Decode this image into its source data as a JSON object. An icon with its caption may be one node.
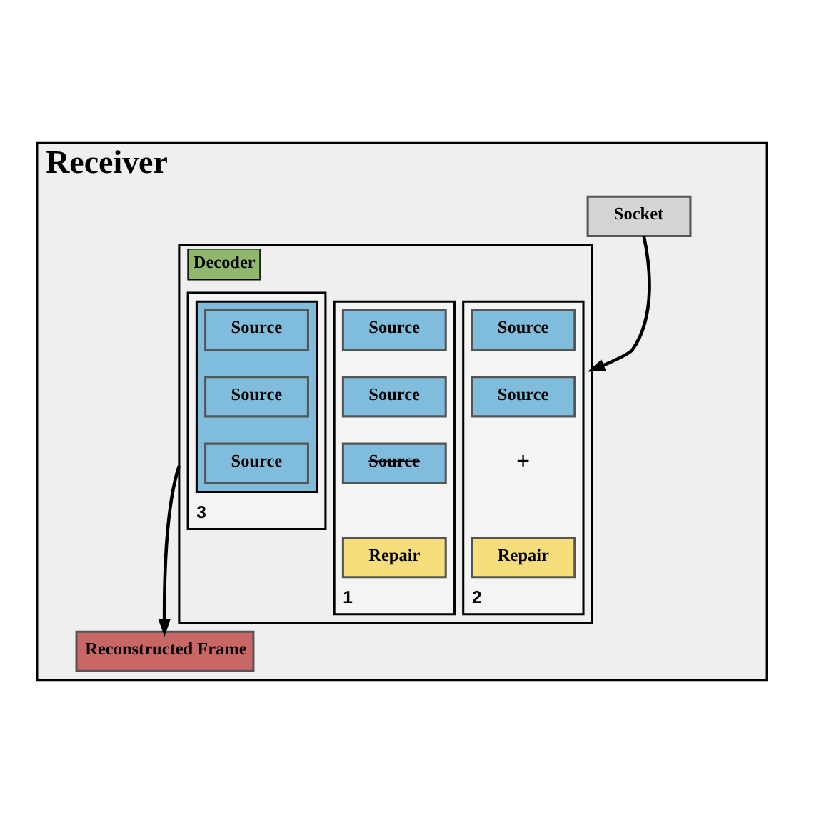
{
  "diagram": {
    "nodes": [
      {
        "text": [
          "Receiver"
        ]
      },
      {
        "text": [
          "Socket"
        ],
        "in": 0
      },
      {
        "text": [
          "Decoder"
        ],
        "in": 0
      },
      {
        "text": [
          "1"
        ],
        "in": 2
      },
      {
        "text": [
          "Source"
        ],
        "in": 3
      },
      {
        "text": [
          "Source"
        ],
        "in": 3
      },
      {
        "text": [
          "Source"
        ],
        "in": 3
      },
      {
        "text": [
          "Repair"
        ],
        "in": 3
      },
      {
        "text": [
          "2"
        ],
        "in": 2
      },
      {
        "text": [
          "Source"
        ],
        "in": 8
      },
      {
        "text": [
          "Source"
        ],
        "in": 8
      },
      {
        "text": [
          "Repair"
        ],
        "in": 8
      },
      {
        "text": [
          "3"
        ],
        "in": 2
      },
      {
        "text": [],
        "shape": "box",
        "in": 12
      },
      {
        "text": [
          "Source"
        ],
        "in": 13
      },
      {
        "text": [
          "Source"
        ],
        "in": 13
      },
      {
        "text": [
          "Source"
        ],
        "in": 13
      },
      {
        "text": [
          "Reconstructed Frame"
        ],
        "in": 0
      }
    ],
    "edges": [
      {
        "from": 1,
        "to": 2,
        "arrow": "to"
      },
      {
        "from": 2,
        "to": 17,
        "arrow": "to"
      }
    ],
    "labels": [
      "+"
    ]
  }
}
